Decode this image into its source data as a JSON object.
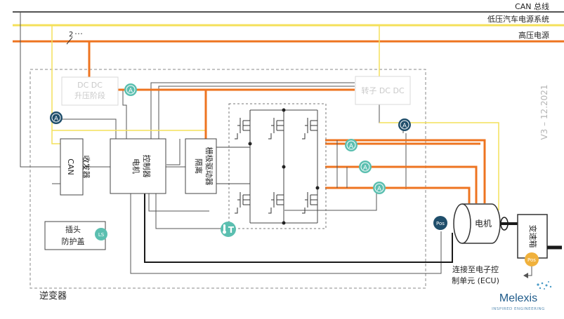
{
  "buses": {
    "can": "CAN 总线",
    "low_voltage": "低压汽车电源系统",
    "high_voltage": "高压电源"
  },
  "bus_count_label": "2",
  "blocks": {
    "dcdc_boost": [
      "DC DC",
      "升压阶段"
    ],
    "rotor_dcdc": "转子 DC DC",
    "can_transceiver": [
      "CAN",
      "收发器"
    ],
    "controller": [
      "电机",
      "控制器"
    ],
    "gate_driver": [
      "隔离",
      "栅极驱动器"
    ],
    "plug_cover": [
      "插头",
      "防护盖"
    ],
    "motor": "电机",
    "gearbox": "变速箱",
    "inverter": "逆变器"
  },
  "sensor_tags": {
    "current": "A",
    "temperature": "T",
    "position": "Pos",
    "limit_switch": "LS"
  },
  "ecu_note": [
    "连接至电子控",
    "制单元 (ECU)"
  ],
  "version": "V3 – 12.2021",
  "brand": {
    "name": "Melexis",
    "tagline": "INSPIRED ENGINEERING"
  },
  "colors": {
    "can_line": "#1a1a1a",
    "low_voltage": "#f4e05a",
    "high_voltage": "#ee7420",
    "sensor_teal": "#5bbfb0",
    "sensor_navy": "#1f4e6b",
    "position_amber": "#f0b13c"
  }
}
